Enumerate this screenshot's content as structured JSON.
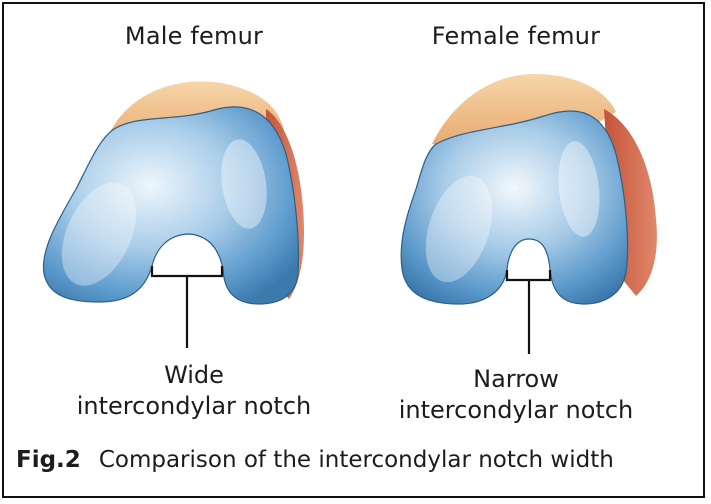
{
  "figure": {
    "panels": [
      {
        "title": "Male femur",
        "label_line1": "Wide",
        "label_line2": "intercondylar notch"
      },
      {
        "title": "Female femur",
        "label_line1": "Narrow",
        "label_line2": "intercondylar notch"
      }
    ],
    "caption": {
      "number": "Fig.2",
      "text": "Comparison of the intercondylar notch width"
    }
  }
}
